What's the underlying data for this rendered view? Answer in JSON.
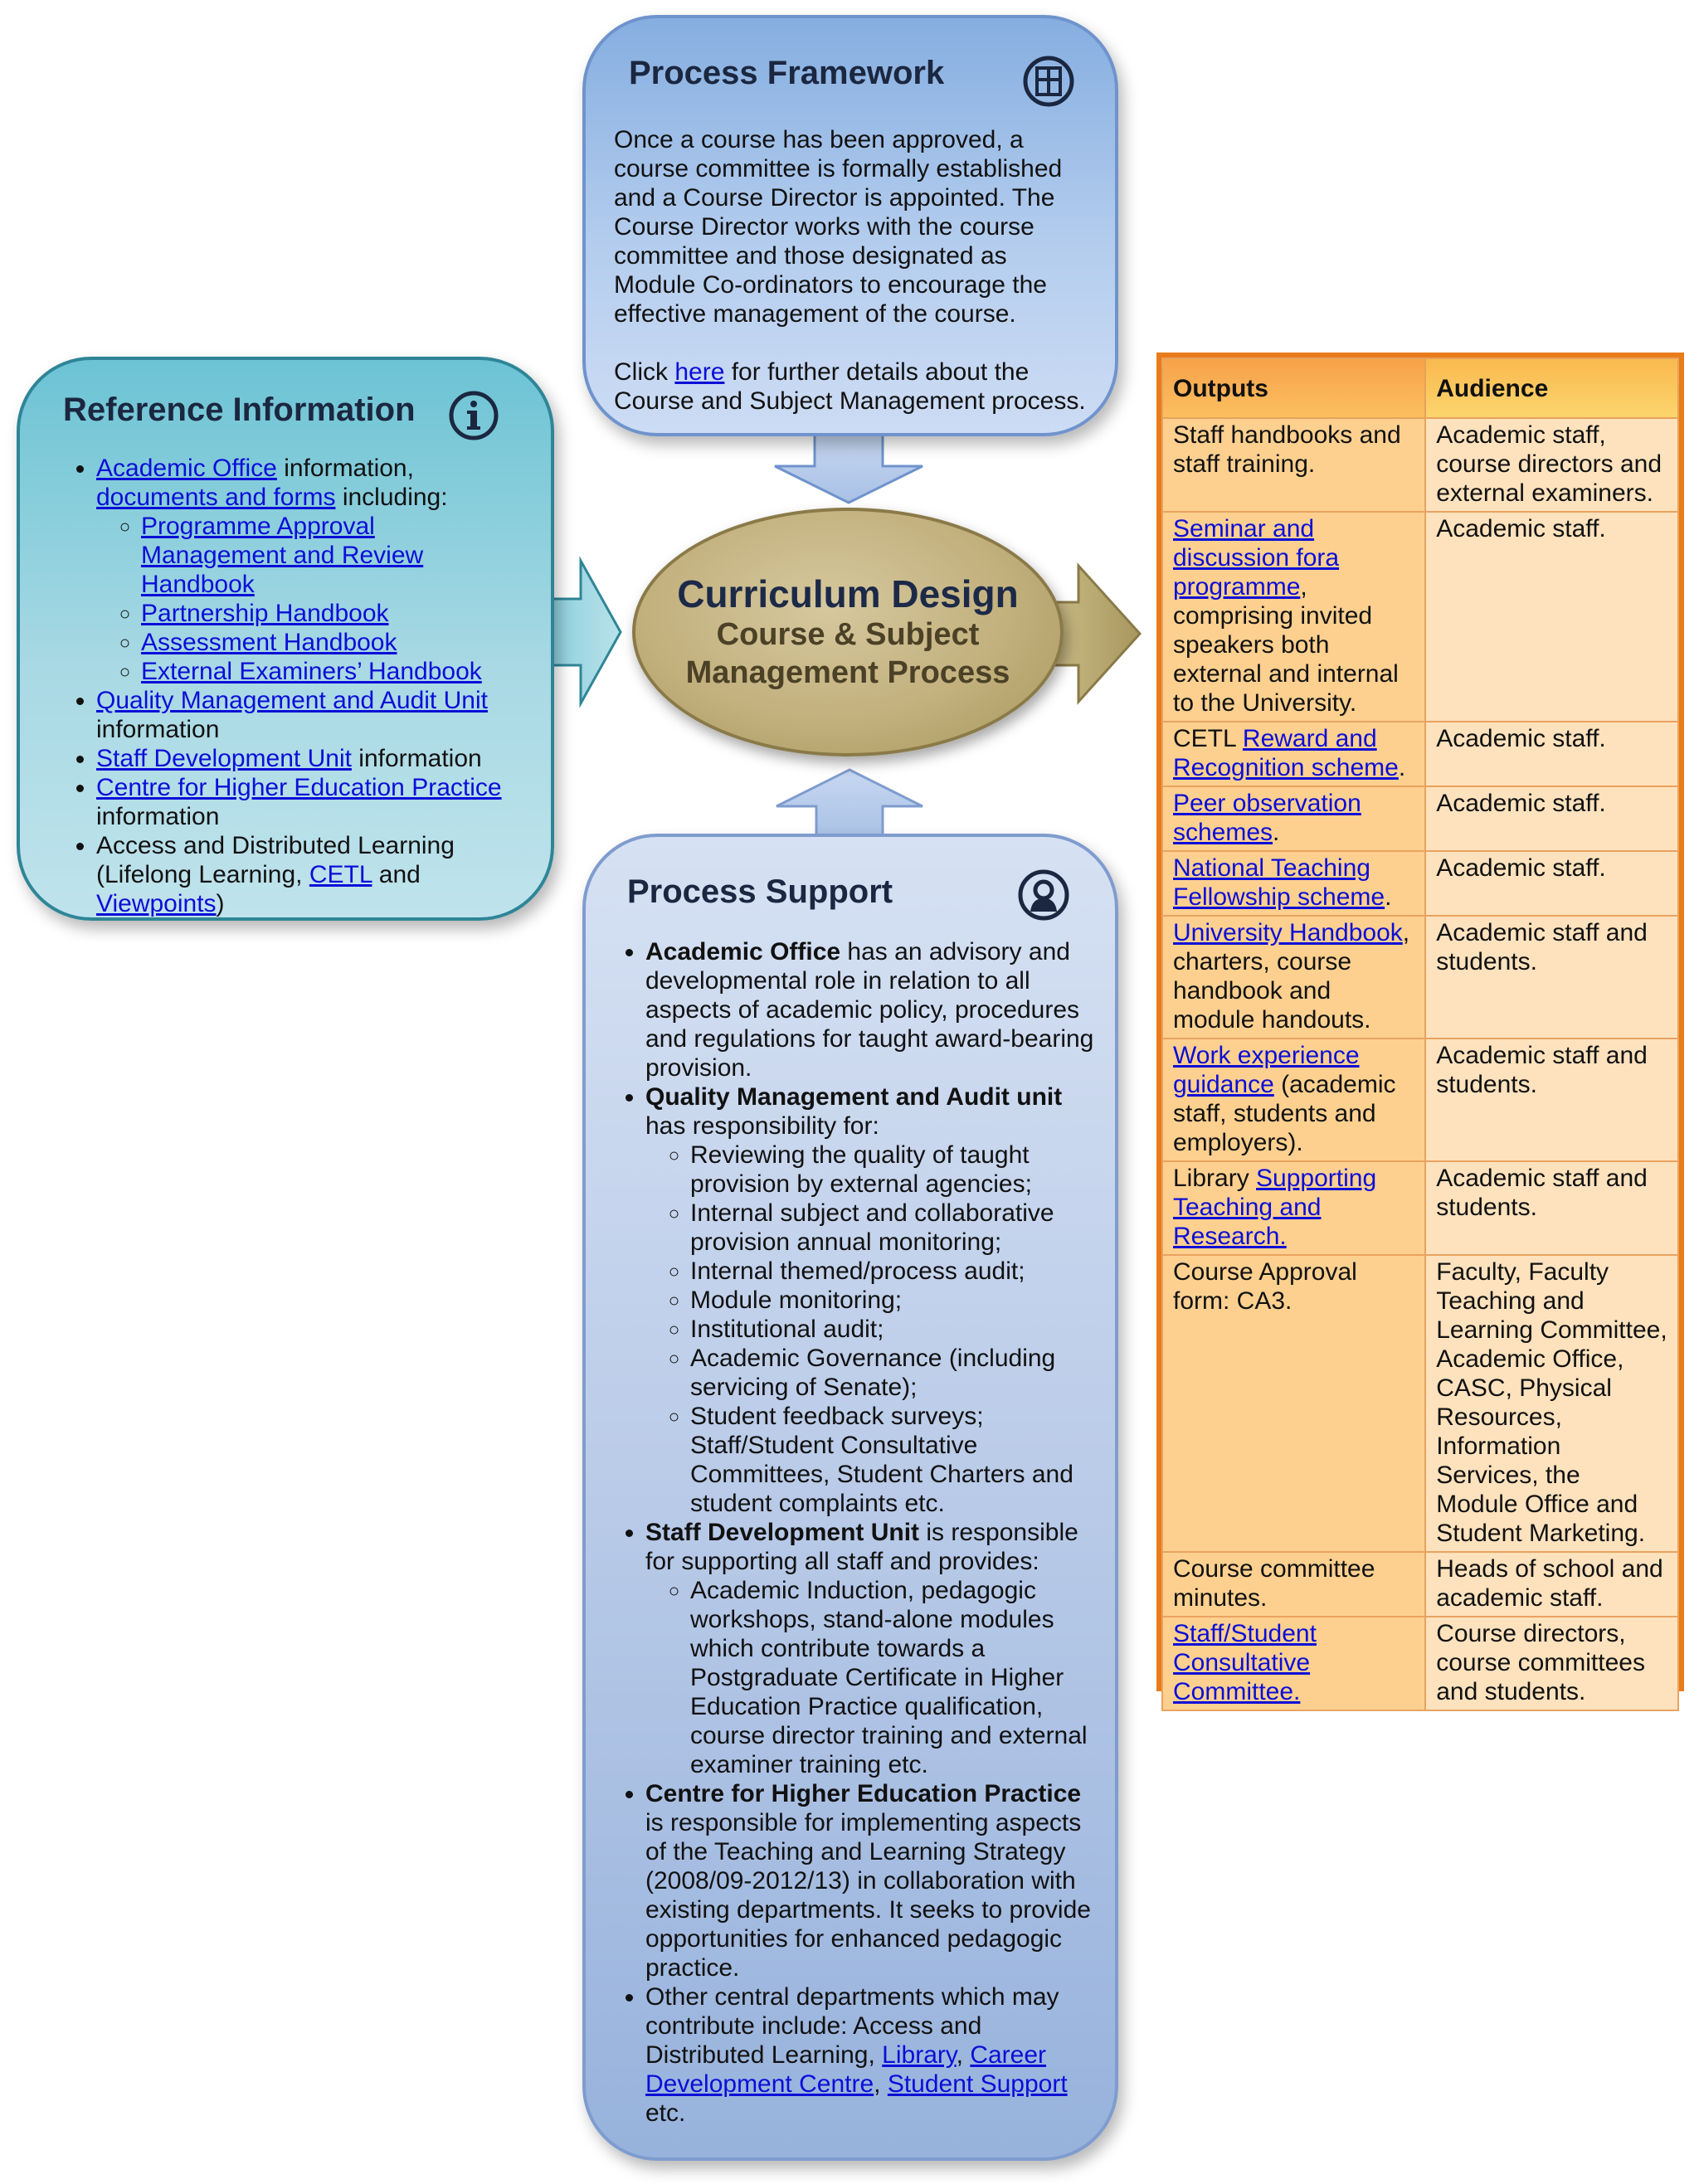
{
  "reference": {
    "title": "Reference Information",
    "icon": "info-icon",
    "academic_office_link": "Academic Office",
    "academic_office_text": " information, ",
    "documents_link": "documents and forms",
    "including_text": " including:",
    "sub_items": [
      "Programme Approval Management and Review Handbook",
      "Partnership Handbook",
      "Assessment Handbook",
      "External Examiners’ Handbook"
    ],
    "qmau_link": "Quality Management and Audit Unit",
    "qmau_text": " information",
    "sdu_link": "Staff Development Unit",
    "sdu_text": " information",
    "chep_link": "Centre for Higher Education Practice",
    "chep_text": " information",
    "adl_text": "Access and Distributed Learning (Lifelong Learning, ",
    "cetl_link": "CETL",
    "and_text": " and ",
    "viewpoints_link": "Viewpoints",
    "close_paren": ")"
  },
  "framework": {
    "title": "Process Framework",
    "icon": "framework-icon",
    "body": "Once a course has been approved, a course committee is formally established and a Course Director is appointed.  The Course Director works with the course committee and those designated as Module Co-ordinators to encourage the effective management of the course.",
    "click_text": "Click ",
    "here_link": "here",
    "click_rest": " for further details about the Course and Subject Management process."
  },
  "center": {
    "line1": "Curriculum Design",
    "line2": "Course & Subject",
    "line3": "Management Process"
  },
  "support": {
    "title": "Process Support",
    "icon": "person-icon",
    "ao_bold": "Academic Office",
    "ao_text": " has an advisory and developmental role in relation to all aspects of academic policy, procedures and regulations for taught award-bearing provision.",
    "qmau_bold": "Quality Management and Audit unit",
    "qmau_text": " has responsibility for:",
    "qmau_items": [
      "Reviewing the quality of taught provision by external agencies;",
      "Internal subject and collaborative provision annual monitoring;",
      "Internal themed/process audit;",
      "Module monitoring;",
      "Institutional audit;",
      "Academic Governance (including servicing of Senate);",
      "Student feedback surveys; Staff/Student Consultative Committees, Student Charters and student complaints etc."
    ],
    "sdu_bold": "Staff Development Unit",
    "sdu_text": " is responsible for supporting all staff and provides:",
    "sdu_items": [
      "Academic Induction, pedagogic workshops, stand-alone modules which contribute towards a Postgraduate Certificate in Higher Education Practice qualification, course director training and external examiner training etc."
    ],
    "chep_bold": "Centre for Higher Education Practice",
    "chep_text": " is responsible for implementing aspects of the Teaching and Learning Strategy (2008/09-2012/13) in collaboration with existing departments.  It seeks to provide opportunities for enhanced pedagogic practice.",
    "other_text": "Other central departments which may contribute include: Access and Distributed Learning, ",
    "library_link": "Library",
    "comma1": ", ",
    "career_link": "Career Development Centre",
    "comma2": ", ",
    "student_support_link": "Student Support",
    "etc_text": " etc."
  },
  "outputs": {
    "headers": [
      "Outputs",
      "Audience"
    ],
    "rows": [
      {
        "pre": "Staff handbooks and staff training.",
        "link": "",
        "post": "",
        "audience": "Academic staff, course directors and external examiners."
      },
      {
        "pre": "",
        "link": "Seminar and discussion fora programme",
        "post": ", comprising invited speakers both external and internal to the University.",
        "audience": "Academic staff."
      },
      {
        "pre": "CETL ",
        "link": "Reward and Recognition scheme",
        "post": ".",
        "audience": "Academic staff."
      },
      {
        "pre": "",
        "link": "Peer observation schemes",
        "post": ".",
        "audience": "Academic staff."
      },
      {
        "pre": "",
        "link": "National Teaching Fellowship scheme",
        "post": ".",
        "audience": "Academic staff."
      },
      {
        "pre": "",
        "link": "University Handbook",
        "post": ", charters, course handbook and module handouts.",
        "audience": "Academic staff and students."
      },
      {
        "pre": "",
        "link": "Work experience guidance",
        "post": " (academic staff, students and employers).",
        "audience": "Academic staff and students."
      },
      {
        "pre": "Library ",
        "link": "Supporting Teaching and Research.",
        "post": "",
        "audience": "Academic staff and students."
      },
      {
        "pre": "Course Approval form: CA3.",
        "link": "",
        "post": "",
        "audience": "Faculty, Faculty Teaching and Learning Committee, Academic Office, CASC, Physical Resources, Information Services, the Module Office and Student Marketing."
      },
      {
        "pre": "Course committee minutes.",
        "link": "",
        "post": "",
        "audience": "Heads of school and academic staff."
      },
      {
        "pre": "",
        "link": "Staff/Student Consultative Committee.",
        "post": "",
        "audience": "Course directors, course committees and students."
      }
    ]
  },
  "colors": {
    "reference_border": "#2f8597",
    "framework_border": "#6f93cc",
    "support_border": "#7f9cce",
    "center_fill": "#c2b07d",
    "outputs_border": "#e97b1a",
    "link": "#0b0ed8"
  }
}
